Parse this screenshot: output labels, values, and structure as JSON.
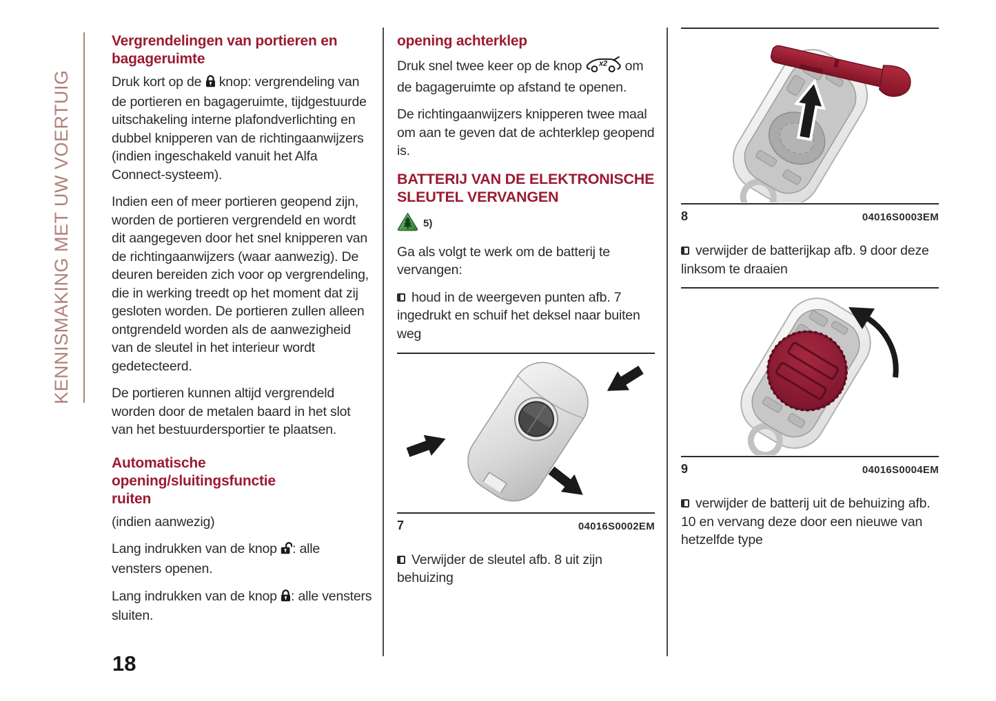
{
  "page": {
    "sidebar_text": "KENNISMAKING MET UW VOERTUIG",
    "number": "18"
  },
  "colors": {
    "heading_maroon": "#9b1b31",
    "sidebar_rose": "#b08178",
    "body_text": "#2b2b2b",
    "key_red": "#9e1c30",
    "eco_green": "#4caf50"
  },
  "col1": {
    "heading1": "Vergrendelingen van portieren en\nbagageruimte",
    "p1_before": "Druk kort op de ",
    "p1_after": " knop: vergrendeling van de portieren en bagageruimte, tijdgestuurde uitschakeling interne plafondverlichting en dubbel knipperen van de richtingaanwijzers (indien ingeschakeld vanuit het Alfa Connect-systeem).",
    "p2": "Indien een of meer portieren geopend zijn, worden de portieren vergrendeld en wordt dit aangegeven door het snel knipperen van de richtingaanwijzers (waar aanwezig). De deuren bereiden zich voor op vergrendeling, die in werking treedt op het moment dat zij gesloten worden. De portieren zullen alleen ontgrendeld worden als de aanwezigheid van de sleutel in het interieur wordt gedetecteerd.",
    "p3": "De portieren kunnen altijd vergrendeld worden door de metalen baard in het slot van het bestuurdersportier te plaatsen.",
    "heading2": "Automatische\nopening/sluitingsfunctie\nruiten",
    "p4": "(indien aanwezig)",
    "p5_before": "Lang indrukken van de knop ",
    "p5_after": ": alle vensters openen.",
    "p6_before": "Lang indrukken van de knop ",
    "p6_after": ": alle vensters sluiten."
  },
  "col2": {
    "heading1": "opening achterklep",
    "p1_before": "Druk snel twee keer op de knop ",
    "p1_after": " om de bagageruimte op afstand te openen.",
    "trunk_icon_label": "x2",
    "p2": "De richtingaanwijzers knipperen twee maal om aan te geven dat de achterklep geopend is.",
    "heading2": "BATTERIJ VAN DE ELEKTRONISCHE\nSLEUTEL VERVANGEN",
    "eco_note": "5)",
    "p3": "Ga als volgt te werk om de batterij te vervangen:",
    "bullet1": "houd in de weergeven punten afb. 7 ingedrukt en schuif het deksel naar buiten weg",
    "figure7": {
      "number": "7",
      "code": "04016S0002EM"
    },
    "bullet2": "Verwijder de sleutel afb. 8 uit zijn behuizing"
  },
  "col3": {
    "figure8": {
      "number": "8",
      "code": "04016S0003EM"
    },
    "bullet1": "verwijder de batterijkap afb. 9 door deze linksom te draaien",
    "figure9": {
      "number": "9",
      "code": "04016S0004EM"
    },
    "bullet2": "verwijder de batterij uit de behuizing afb. 10 en vervang deze door een nieuwe van hetzelfde type"
  },
  "icons": {
    "lock_closed": "closed-padlock",
    "lock_open": "open-padlock",
    "trunk_release": "car-trunk-open-x2",
    "eco_note": "green-triangle-tree",
    "bullet": "square-bullet"
  }
}
